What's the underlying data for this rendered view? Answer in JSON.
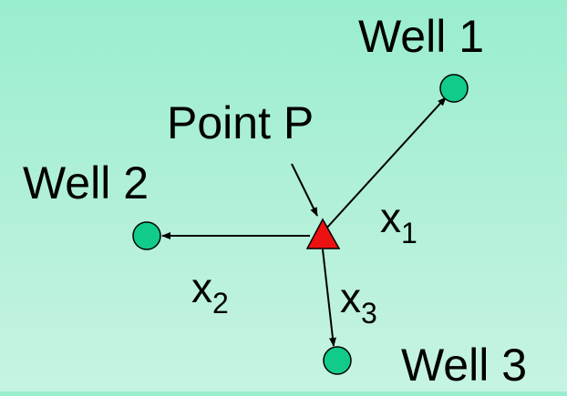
{
  "diagram": {
    "wells": [
      {
        "id": "well-1",
        "label": "Well 1"
      },
      {
        "id": "well-2",
        "label": "Well 2"
      },
      {
        "id": "well-3",
        "label": "Well 3"
      }
    ],
    "point": {
      "label": "Point P"
    },
    "distances": [
      {
        "id": "x1",
        "symbol": "x",
        "subscript": "1"
      },
      {
        "id": "x2",
        "symbol": "x",
        "subscript": "2"
      },
      {
        "id": "x3",
        "symbol": "x",
        "subscript": "3"
      }
    ],
    "colors": {
      "well_fill": "#11cc88",
      "point_fill": "#ee1111",
      "stroke": "#000000"
    }
  }
}
